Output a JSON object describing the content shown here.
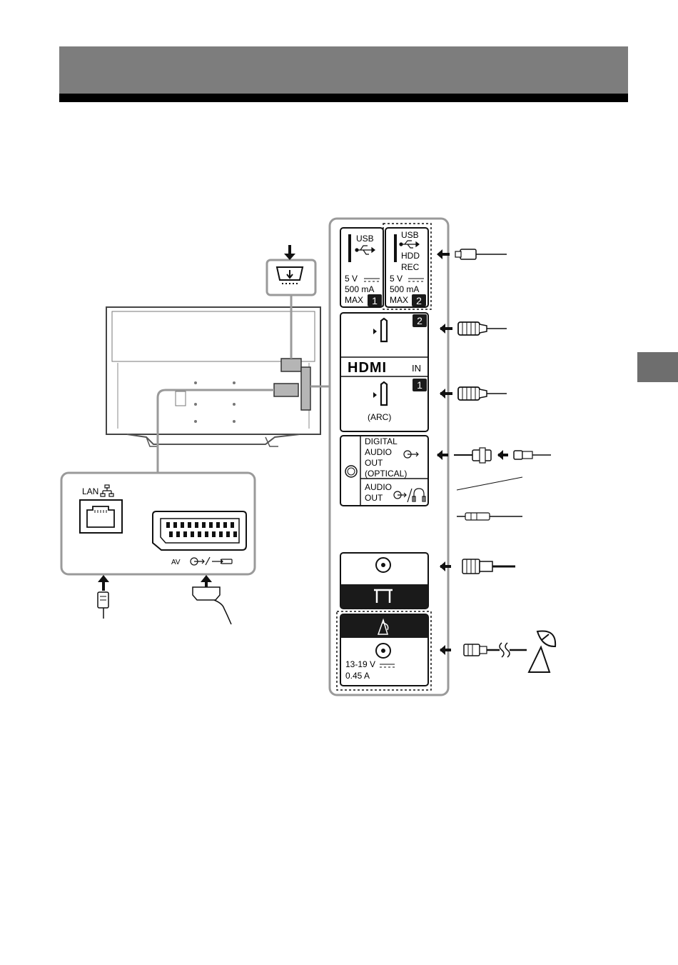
{
  "ports": {
    "usb1": {
      "name": "USB",
      "power": "5 V",
      "current": "500 mA",
      "max": "MAX",
      "number": "1"
    },
    "usb2": {
      "name": "USB",
      "hdd": "HDD",
      "rec": "REC",
      "power": "5 V",
      "current": "500 mA",
      "max": "MAX",
      "number": "2"
    },
    "hdmi": {
      "logo": "HDMI",
      "in_label": "IN",
      "port2_number": "2",
      "port1_number": "1",
      "arc_label": "(ARC)"
    },
    "digital_audio_out": {
      "line1": "DIGITAL",
      "line2": "AUDIO",
      "line3": "OUT",
      "line4": "(OPTICAL)"
    },
    "audio_out": {
      "line1": "AUDIO",
      "line2": "OUT"
    },
    "satellite": {
      "voltage": "13-19 V",
      "current": "0.45 A"
    },
    "lan": {
      "label": "LAN"
    },
    "av": {
      "label": "AV"
    }
  },
  "icons": [
    "usb-icon",
    "arrow-down-icon",
    "terrestrial-antenna-icon",
    "satellite-dish-icon",
    "headphone-icon",
    "output-arrow-icon",
    "lan-network-icon"
  ],
  "colors": {
    "header_band": "#7d7d7d",
    "header_rule": "#000000",
    "side_tab": "#6e6e6e",
    "panel_border": "#8a8a8a"
  }
}
